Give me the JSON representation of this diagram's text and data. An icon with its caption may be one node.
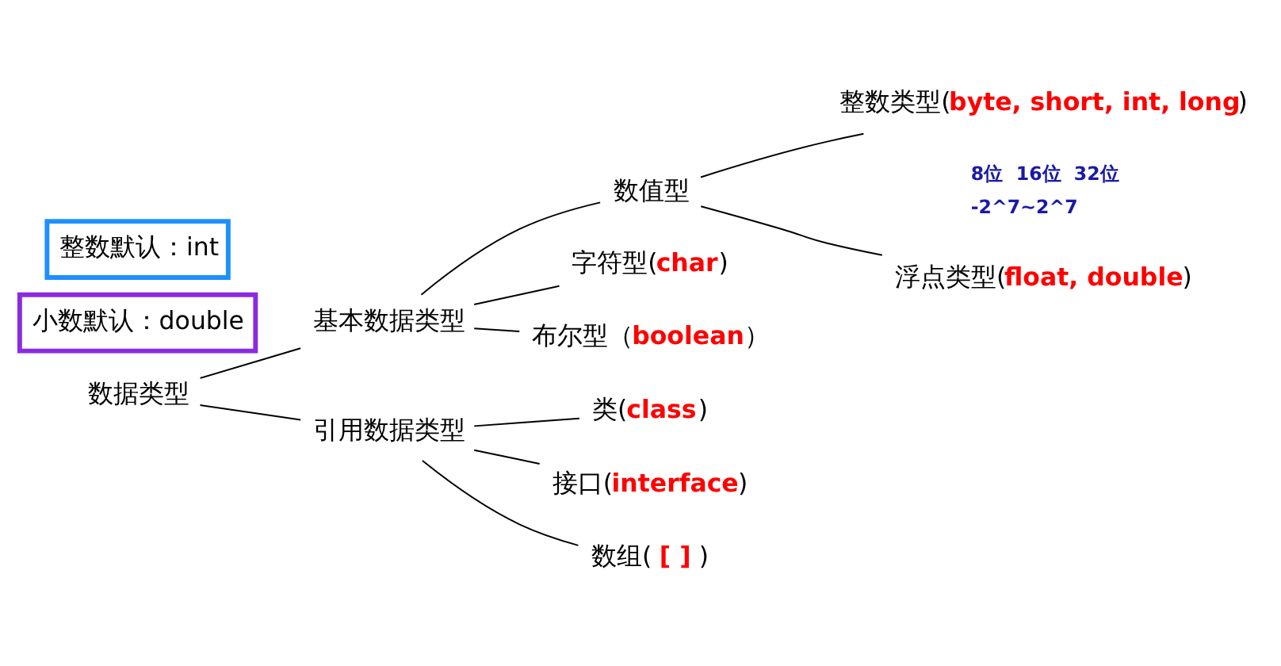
{
  "diagram": {
    "nodes": [
      {
        "text": [
          "数据类型"
        ]
      },
      {
        "text": [
          "基本数据类型"
        ]
      },
      {
        "text": [
          "数值型"
        ]
      },
      {
        "text": [
          "整数类型(byte, short, int, long)"
        ]
      },
      {
        "text": [
          "浮点类型(float, double)"
        ]
      },
      {
        "text": [
          "字符型(char)"
        ]
      },
      {
        "text": [
          "布尔型（boolean）"
        ]
      },
      {
        "text": [
          "引用数据类型"
        ]
      },
      {
        "text": [
          "类(class)"
        ]
      },
      {
        "text": [
          "接口(interface)"
        ]
      },
      {
        "text": [
          "数组( [ ] )"
        ]
      },
      {
        "text": [
          "整数默认：int"
        ]
      },
      {
        "text": [
          "小数默认：double"
        ]
      }
    ],
    "edges": [
      {
        "from": 0,
        "to": 1,
        "arrow": "none"
      },
      {
        "from": 0,
        "to": 7,
        "arrow": "none"
      },
      {
        "from": 1,
        "to": 2,
        "arrow": "none"
      },
      {
        "from": 1,
        "to": 5,
        "arrow": "none"
      },
      {
        "from": 1,
        "to": 6,
        "arrow": "none"
      },
      {
        "from": 2,
        "to": 3,
        "arrow": "none"
      },
      {
        "from": 2,
        "to": 4,
        "arrow": "none"
      },
      {
        "from": 7,
        "to": 8,
        "arrow": "none"
      },
      {
        "from": 7,
        "to": 9,
        "arrow": "none"
      },
      {
        "from": 7,
        "to": 10,
        "arrow": "none"
      }
    ],
    "labels": [
      "8位",
      "16位",
      "32位",
      "-2^7~2^7"
    ]
  }
}
